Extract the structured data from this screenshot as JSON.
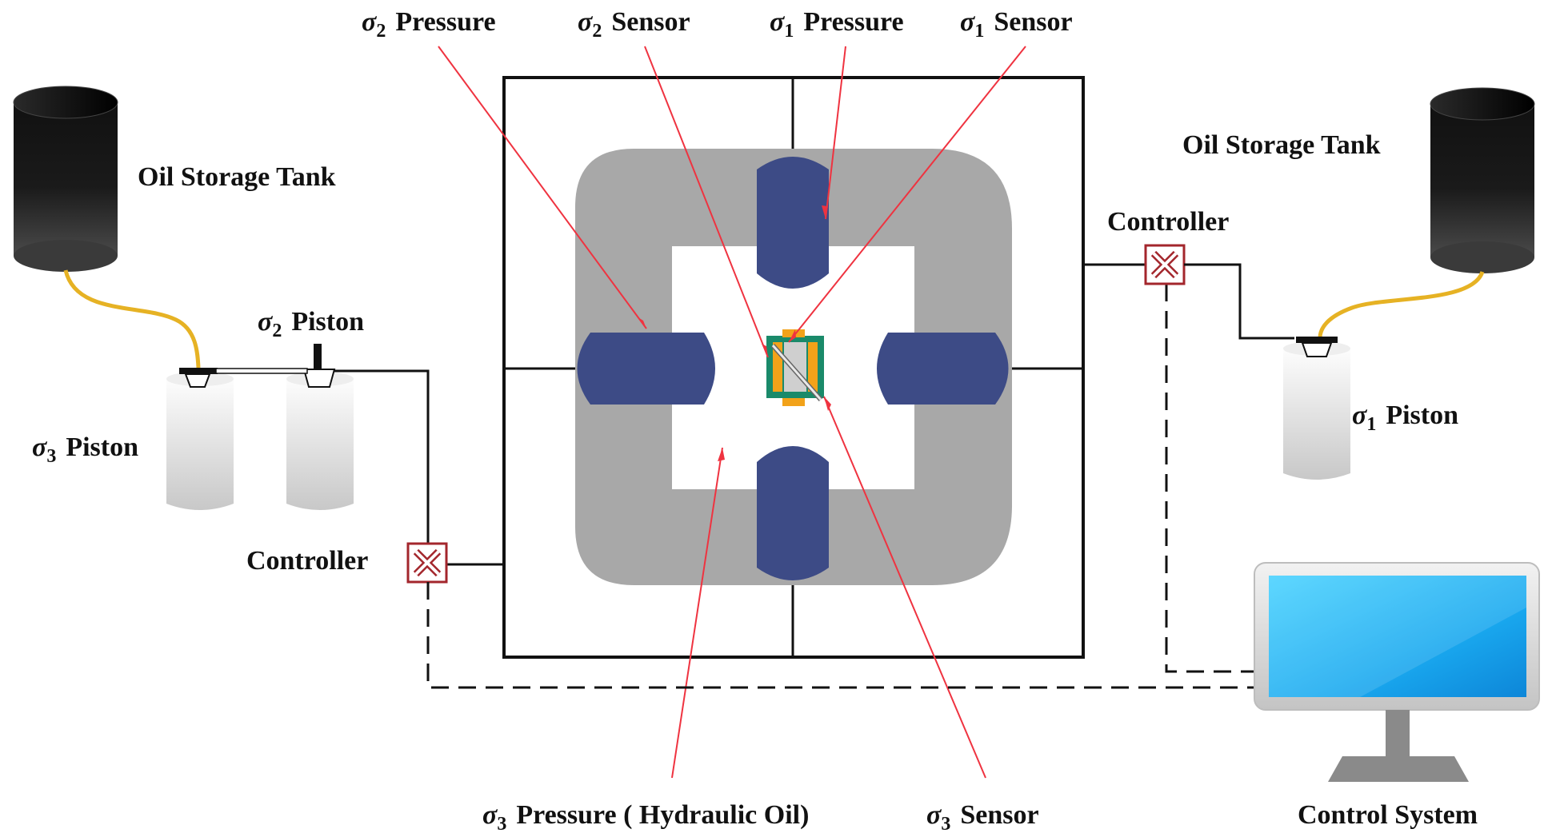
{
  "labels": {
    "sigma_symbol": "σ",
    "sigma2_pressure": {
      "sub": "2",
      "text": "Pressure"
    },
    "sigma2_sensor": {
      "sub": "2",
      "text": "Sensor"
    },
    "sigma1_pressure": {
      "sub": "1",
      "text": "Pressure"
    },
    "sigma1_sensor": {
      "sub": "1",
      "text": "Sensor"
    },
    "sigma2_piston": {
      "sub": "2",
      "text": "Piston"
    },
    "sigma3_piston": {
      "sub": "3",
      "text": "Piston"
    },
    "sigma1_piston": {
      "sub": "1",
      "text": "Piston"
    },
    "sigma3_pressure": {
      "sub": "3",
      "text": "Pressure ( Hydraulic Oil)"
    },
    "sigma3_sensor": {
      "sub": "3",
      "text": "Sensor"
    },
    "oil_tank_left": "Oil Storage Tank",
    "oil_tank_right": "Oil Storage Tank",
    "controller_left": "Controller",
    "controller_right": "Controller",
    "control_system": "Control System"
  },
  "colors": {
    "frame": "#111111",
    "chamber": "#a8a8a8",
    "piston_blue": "#3d4b86",
    "pointer_red": "#ef3340",
    "oil_line": "#e6b224",
    "controller_red": "#a3262c",
    "screen_blue": "#1fb4f0",
    "monitor_gray": "#8a8a8a"
  },
  "icons": [
    "oil-tank-icon",
    "piston-cylinder-icon",
    "controller-valve-icon",
    "monitor-icon",
    "specimen-icon"
  ]
}
